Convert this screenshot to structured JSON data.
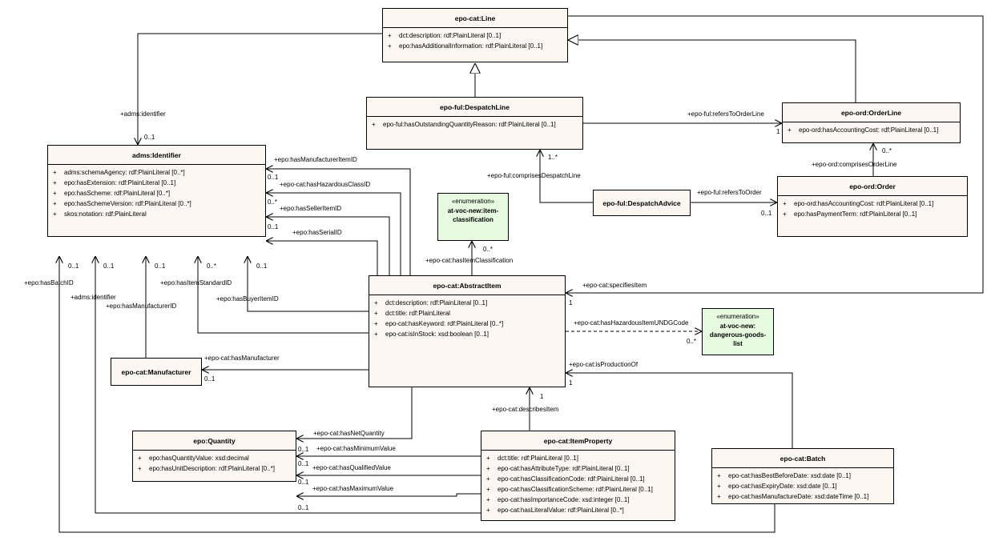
{
  "classes": {
    "line": {
      "name": "epo-cat:Line",
      "attrs": [
        "dct:description: rdf:PlainLiteral [0..1]",
        "epo:hasAdditionalInformation: rdf:PlainLiteral [0..1]"
      ]
    },
    "despatch_line": {
      "name": "epo-ful:DespatchLine",
      "attrs": [
        "epo-ful:hasOutstandingQuantityReason: rdf:PlainLiteral [0..1]"
      ]
    },
    "order_line": {
      "name": "epo-ord:OrderLine",
      "attrs": [
        "epo-ord:hasAccountingCost: rdf:PlainLiteral [0..1]"
      ]
    },
    "order": {
      "name": "epo-ord:Order",
      "attrs": [
        "epo-ord:hasAccountingCost: rdf:PlainLiteral [0..1]",
        "epo:hasPaymentTerm: rdf:PlainLiteral [0..1]"
      ]
    },
    "despatch_advice": {
      "name": "epo-ful:DespatchAdvice",
      "attrs": []
    },
    "identifier": {
      "name": "adms:Identifier",
      "attrs": [
        "adms:schemaAgency: rdf:PlainLiteral [0..*]",
        "epo:hasExtension: rdf:PlainLiteral [0..1]",
        "epo:hasScheme: rdf:PlainLiteral [0..*]",
        "epo:hasSchemeVersion: rdf:PlainLiteral [0..*]",
        "skos:notation: rdf:PlainLiteral"
      ]
    },
    "abstract_item": {
      "name": "epo-cat:AbstractItem",
      "attrs": [
        "dct:description: rdf:PlainLiteral [0..1]",
        "dct:title: rdf:PlainLiteral",
        "epo-cat:hasKeyword: rdf:PlainLiteral [0..*]",
        "epo-cat:isInStock: xsd:boolean [0..1]"
      ]
    },
    "manufacturer": {
      "name": "epo-cat:Manufacturer",
      "attrs": []
    },
    "quantity": {
      "name": "epo:Quantity",
      "attrs": [
        "epo:hasQuantityValue: xsd:decimal",
        "epo:hasUnitDescription: rdf:PlainLiteral [0..*]"
      ]
    },
    "item_property": {
      "name": "epo-cat:ItemProperty",
      "attrs": [
        "dct:title: rdf:PlainLiteral [0..1]",
        "epo-cat:hasAttributeType: rdf:PlainLiteral [0..1]",
        "epo-cat:hasClassificationCode: rdf:PlainLiteral [0..1]",
        "epo-cat:hasClassificationScheme: rdf:PlainLiteral [0..1]",
        "epo-cat:hasImportanceCode: xsd:integer [0..1]",
        "epo-cat:hasLiteralValue: rdf:PlainLiteral [0..*]"
      ]
    },
    "batch": {
      "name": "epo-cat:Batch",
      "attrs": [
        "epo-cat:hasBestBeforeDate: xsd:date [0..1]",
        "epo-cat:hasExpiryDate: xsd:date [0..1]",
        "epo-cat:hasManufactureDate: xsd:dateTime [0..1]"
      ]
    }
  },
  "enums": {
    "item_classification": {
      "stereotype": "«enumeration»",
      "name": "at-voc-new:item-classification"
    },
    "dangerous_goods": {
      "stereotype": "«enumeration»",
      "name": "at-voc-new: dangerous-goods-list"
    }
  },
  "edge_labels": {
    "adms_identifier_top": "+adms:identifier",
    "mult_0_1": "0..1",
    "mult_0_many": "0..*",
    "mult_1": "1",
    "mult_1_many": "1..*",
    "refers_to_order_line": "+epo-ful:refersToOrderLine",
    "comprises_order_line": "+epo-ord:comprisesOrderLine",
    "comprises_despatch_line": "+epo-ful:comprisesDespatchLine",
    "refers_to_order": "+epo-ful:refersToOrder",
    "has_manufacturer_item_id": "+epo:hasManufacturerItemID",
    "has_hazardous_class_id": "+epo-cat:hasHazardousClassID",
    "has_seller_item_id": "+epo:hasSellerItemID",
    "has_serial_id": "+epo:hasSerialID",
    "has_item_classification": "+epo-cat:hasItemClassification",
    "has_batch_id": "+epo:hasBatchID",
    "adms_identifier_left": "+adms:identifier",
    "has_manufacturer_id": "+epo:hasManufacturerID",
    "has_item_standard_id": "+epo:hasItemStandardID",
    "has_buyer_item_id": "+epo:hasBuyerItemID",
    "specifies_item": "+epo-cat:specifiesItem",
    "has_hazardous_item_undg_code": "+epo-cat:hasHazardousItemUNDGCode",
    "has_manufacturer": "+epo-cat:hasManufacturer",
    "is_production_of": "+epo-cat:isProductionOf",
    "describes_item": "+epo-cat:describesItem",
    "has_net_quantity": "+epo-cat:hasNetQuantity",
    "has_minimum_value": "+epo-cat:hasMinimumValue",
    "has_qualified_value": "+epo-cat:hasQualifiedValue",
    "has_maximum_value": "+epo-cat:hasMaximumValue"
  }
}
